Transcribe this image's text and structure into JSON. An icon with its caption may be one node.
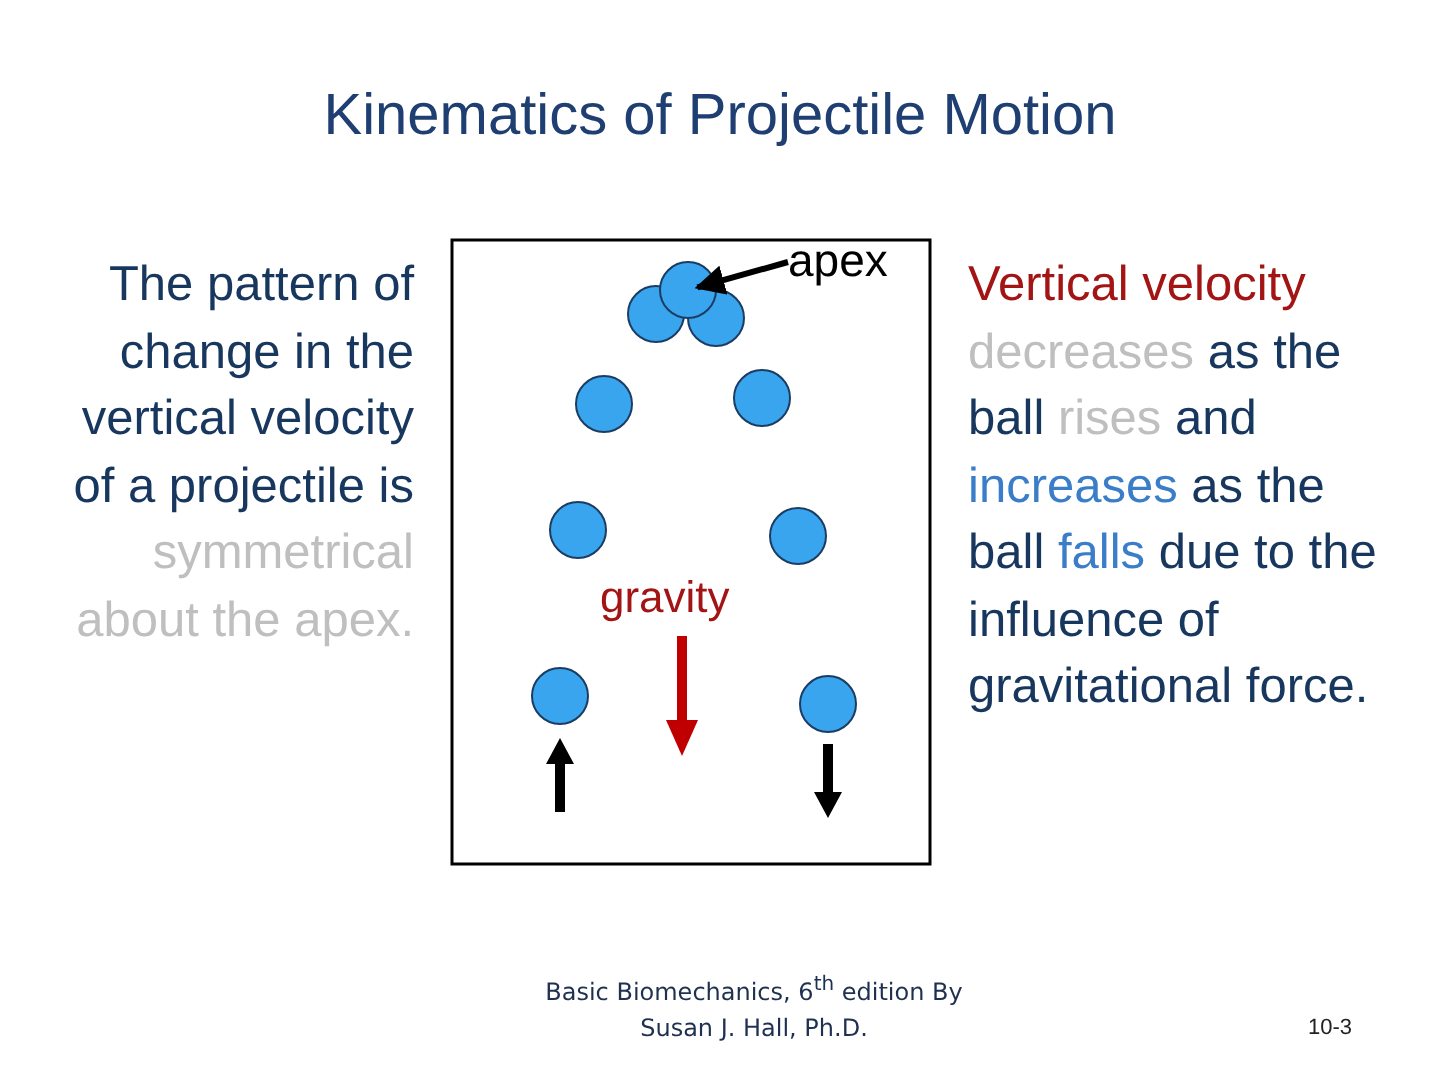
{
  "diagram": {
    "title": "Kinematics of Projectile Motion",
    "nodes": [
      {
        "text": [
          "apex"
        ]
      },
      {
        "text": [],
        "shape": "circle"
      }
    ],
    "edges": [
      {
        "from": 0,
        "to": 1,
        "arrow": "to"
      }
    ],
    "labels": [
      "The pattern of change in the vertical velocity of a projectile is symmetrical about the apex.",
      "gravity",
      "Vertical velocity decreases as the ball rises and increases as the ball falls due to the influence of gravitational force.",
      "Basic Biomechanics, 6$^{th}$ edition By Susan J. Hall, Ph.D.",
      "10-3"
    ]
  }
}
